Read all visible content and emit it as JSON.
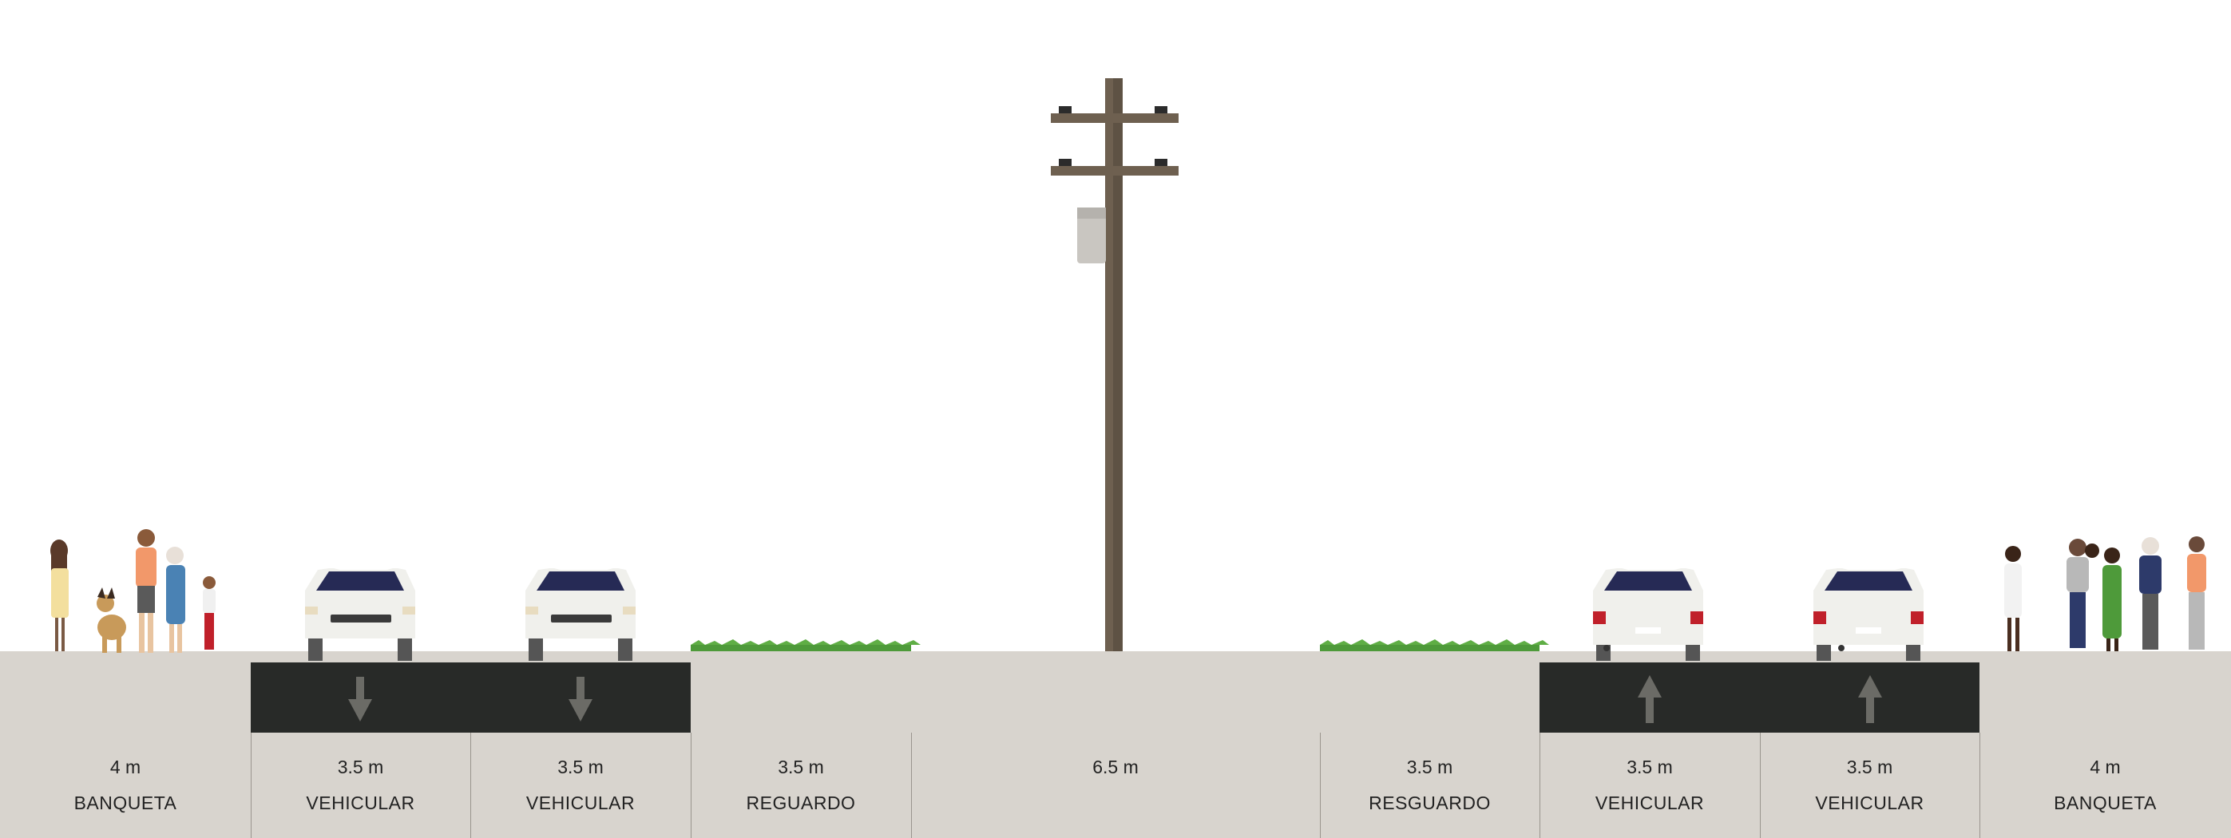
{
  "colors": {
    "ground": "#d8d4ce",
    "asphalt": "#282a28",
    "arrow": "#6b6b66",
    "grass": "#4e9a3a",
    "pole": "#6e6050",
    "car_body": "#f0f0ec",
    "car_glass": "#262a55",
    "tail_light": "#c0202a"
  },
  "segments": [
    {
      "id": "banqueta-left",
      "width": "4 m",
      "name": "BANQUETA",
      "kind": "sidewalk",
      "people_icon": "pedestrians-with-dog-icon"
    },
    {
      "id": "vehicular-1",
      "width": "3.5 m",
      "name": "VEHICULAR",
      "kind": "lane",
      "direction": "inbound",
      "car_icon": "car-front-icon"
    },
    {
      "id": "vehicular-2",
      "width": "3.5 m",
      "name": "VEHICULAR",
      "kind": "lane",
      "direction": "inbound",
      "car_icon": "car-front-icon"
    },
    {
      "id": "reguardo",
      "width": "3.5 m",
      "name": "REGUARDO",
      "kind": "planting",
      "decor_icon": "grass-icon"
    },
    {
      "id": "center",
      "width": "6.5 m",
      "name": "",
      "kind": "utility",
      "decor_icon": "utility-pole-icon"
    },
    {
      "id": "resguardo",
      "width": "3.5 m",
      "name": "RESGUARDO",
      "kind": "planting",
      "decor_icon": "grass-icon"
    },
    {
      "id": "vehicular-3",
      "width": "3.5 m",
      "name": "VEHICULAR",
      "kind": "lane",
      "direction": "outbound",
      "car_icon": "car-rear-icon"
    },
    {
      "id": "vehicular-4",
      "width": "3.5 m",
      "name": "VEHICULAR",
      "kind": "lane",
      "direction": "outbound",
      "car_icon": "car-rear-icon"
    },
    {
      "id": "banqueta-right",
      "width": "4 m",
      "name": "BANQUETA",
      "kind": "sidewalk",
      "people_icon": "pedestrians-group-icon"
    }
  ]
}
